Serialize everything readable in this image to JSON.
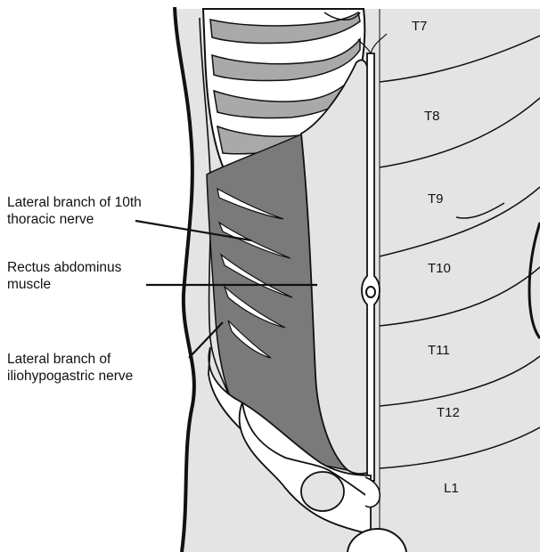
{
  "callouts": {
    "lateral_branch_10th": [
      "Lateral branch of 10th",
      "thoracic nerve"
    ],
    "rectus_abdominus": [
      "Rectus abdominus",
      "muscle"
    ],
    "lateral_branch_iliohypogastric": [
      "Lateral branch of",
      "iliohypogastric nerve"
    ]
  },
  "dermatomes": {
    "t7": "T7",
    "t8": "T8",
    "t9": "T9",
    "t10": "T10",
    "t11": "T11",
    "t12": "T12",
    "l1": "L1"
  },
  "colors": {
    "skin": "#e4e4e4",
    "rib": "#ffffff",
    "intercostal": "#a9a9a9",
    "rectus_sheath": "#7a7a7a",
    "outline": "#111111"
  }
}
